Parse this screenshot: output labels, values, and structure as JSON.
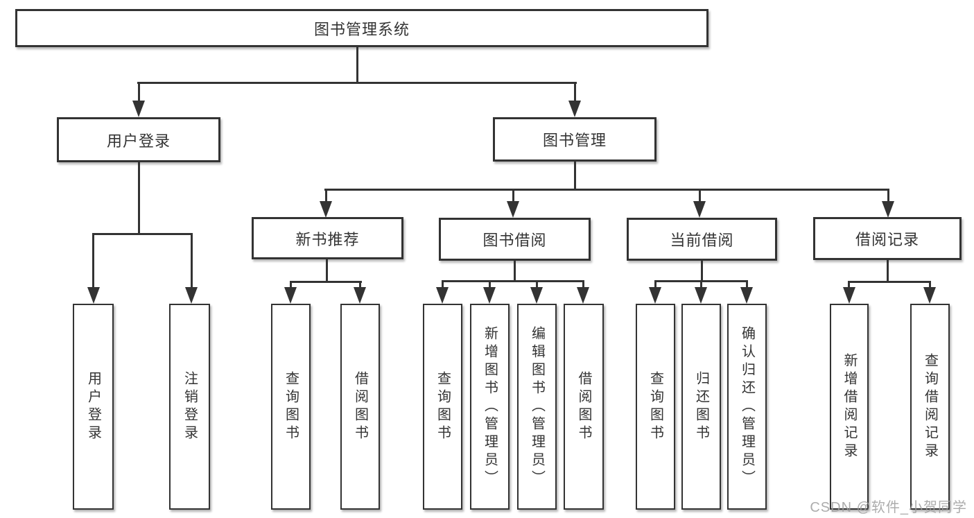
{
  "diagram": {
    "root": {
      "label": "图书管理系统",
      "children": [
        {
          "label": "用户登录",
          "children": [
            {
              "label": "用户登录"
            },
            {
              "label": "注销登录"
            }
          ]
        },
        {
          "label": "图书管理",
          "children": [
            {
              "label": "新书推荐",
              "children": [
                {
                  "label": "查询图书"
                },
                {
                  "label": "借阅图书"
                }
              ]
            },
            {
              "label": "图书借阅",
              "children": [
                {
                  "label": "查询图书"
                },
                {
                  "label": "新增图书（管理员）"
                },
                {
                  "label": "编辑图书（管理员）"
                },
                {
                  "label": "借阅图书"
                }
              ]
            },
            {
              "label": "当前借阅",
              "children": [
                {
                  "label": "查询图书"
                },
                {
                  "label": "归还图书"
                },
                {
                  "label": "确认归还（管理员）"
                }
              ]
            },
            {
              "label": "借阅记录",
              "children": [
                {
                  "label": "新增借阅记录"
                },
                {
                  "label": "查询借阅记录"
                }
              ]
            }
          ]
        }
      ]
    },
    "colors": {
      "line": "#333333",
      "background": "#ffffff",
      "watermark": "#9e9e9e"
    }
  },
  "watermark": "CSDN @软件_小贺同学"
}
